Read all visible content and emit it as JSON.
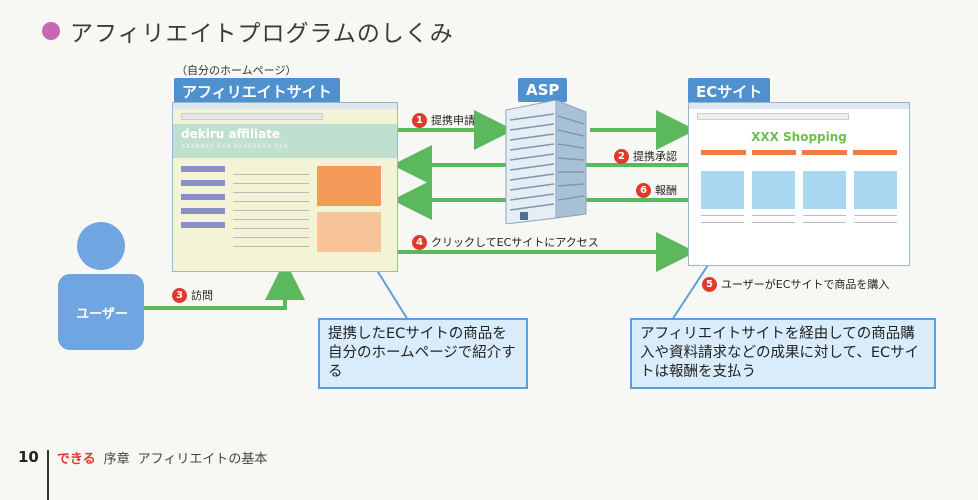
{
  "header": {
    "title": "アフィリエイトプログラムのしくみ"
  },
  "affiliate": {
    "caption": "（自分のホームページ）",
    "label": "アフィリエイトサイト",
    "site_title": "dekiru affiliate",
    "site_subtitle": "xxxxxxx xxx xxxxxxxx xxx"
  },
  "asp": {
    "label": "ASP"
  },
  "ec": {
    "label": "ECサイト",
    "shop_title": "XXX Shopping"
  },
  "user": {
    "label": "ユーザー"
  },
  "steps": [
    {
      "num": "1",
      "text": "提携申請"
    },
    {
      "num": "2",
      "text": "提携承認"
    },
    {
      "num": "3",
      "text": "訪問"
    },
    {
      "num": "4",
      "text": "クリックしてECサイトにアクセス"
    },
    {
      "num": "5",
      "text": "ユーザーがECサイトで商品を購入"
    },
    {
      "num": "6",
      "text": "報酬"
    }
  ],
  "notes": {
    "left": "提携したECサイトの商品を自分のホームページで紹介する",
    "right": "アフィリエイトサイトを経由しての商品購入や資料請求などの成果に対して、ECサイトは報酬を支払う"
  },
  "footer": {
    "page": "10",
    "brand": "できる",
    "chapter": "序章",
    "chapter_title": "アフィリエイトの基本"
  },
  "colors": {
    "accent": "#4f90ce",
    "arrow": "#5cb85c",
    "badge": "#e0392d",
    "bullet": "#c868b0"
  }
}
